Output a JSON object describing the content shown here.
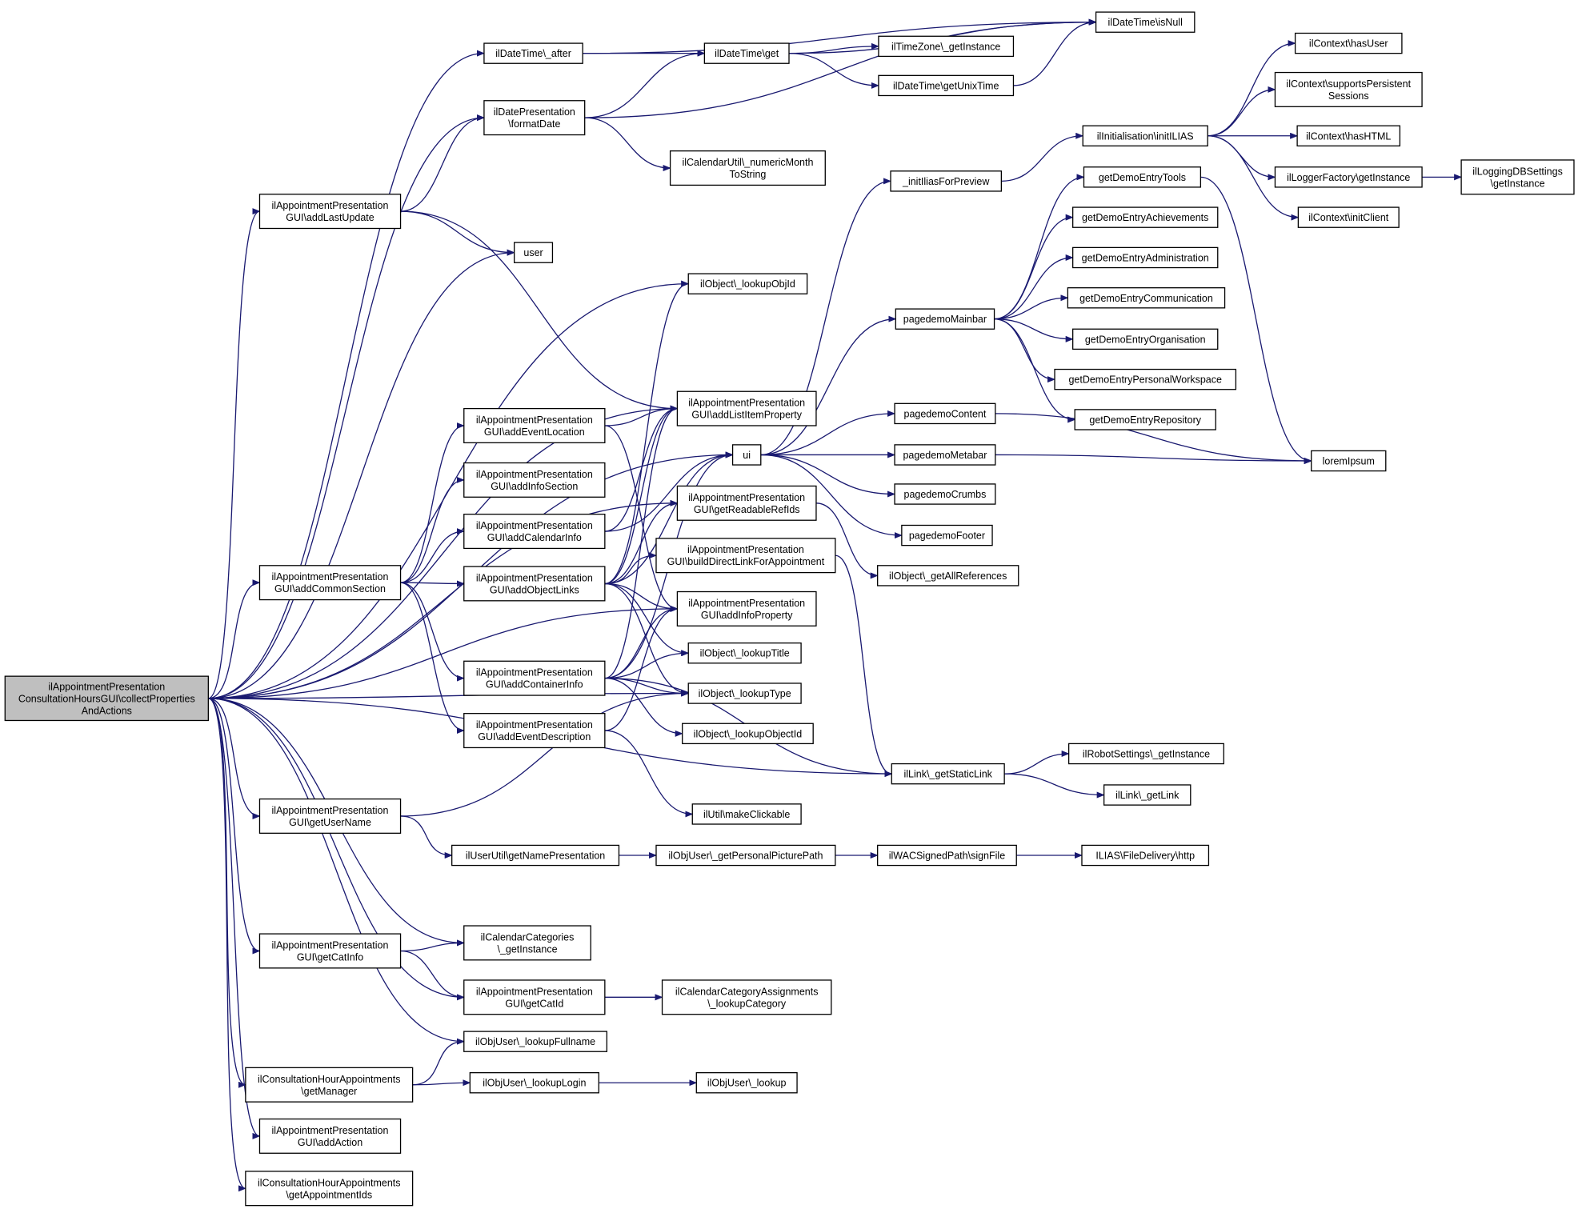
{
  "nodes": [
    {
      "id": "root",
      "lines": [
        "ilAppointmentPresentation",
        "ConsultationHoursGUI\\collectProperties",
        "AndActions"
      ]
    },
    {
      "id": "dt_after",
      "lines": [
        "ilDateTime\\_after"
      ]
    },
    {
      "id": "dt_get",
      "lines": [
        "ilDateTime\\get"
      ]
    },
    {
      "id": "dt_isnull",
      "lines": [
        "ilDateTime\\isNull"
      ]
    },
    {
      "id": "tz_getinst",
      "lines": [
        "ilTimeZone\\_getInstance"
      ]
    },
    {
      "id": "dt_unix",
      "lines": [
        "ilDateTime\\getUnixTime"
      ]
    },
    {
      "id": "dp_format",
      "lines": [
        "ilDatePresentation",
        "\\formatDate"
      ]
    },
    {
      "id": "cu_month",
      "lines": [
        "ilCalendarUtil\\_numericMonth",
        "ToString"
      ]
    },
    {
      "id": "ap_lastupdate",
      "lines": [
        "ilAppointmentPresentation",
        "GUI\\addLastUpdate"
      ]
    },
    {
      "id": "user",
      "lines": [
        "user"
      ]
    },
    {
      "id": "obj_lookupobjid",
      "lines": [
        "ilObject\\_lookupObjId"
      ]
    },
    {
      "id": "ap_listitem",
      "lines": [
        "ilAppointmentPresentation",
        "GUI\\addListItemProperty"
      ]
    },
    {
      "id": "ui",
      "lines": [
        "ui"
      ]
    },
    {
      "id": "ap_eventloc",
      "lines": [
        "ilAppointmentPresentation",
        "GUI\\addEventLocation"
      ]
    },
    {
      "id": "ap_infosection",
      "lines": [
        "ilAppointmentPresentation",
        "GUI\\addInfoSection"
      ]
    },
    {
      "id": "ap_readable",
      "lines": [
        "ilAppointmentPresentation",
        "GUI\\getReadableRefIds"
      ]
    },
    {
      "id": "ap_calinfo",
      "lines": [
        "ilAppointmentPresentation",
        "GUI\\addCalendarInfo"
      ]
    },
    {
      "id": "ap_directlink",
      "lines": [
        "ilAppointmentPresentation",
        "GUI\\buildDirectLinkForAppointment"
      ]
    },
    {
      "id": "ap_common",
      "lines": [
        "ilAppointmentPresentation",
        "GUI\\addCommonSection"
      ]
    },
    {
      "id": "ap_objlinks",
      "lines": [
        "ilAppointmentPresentation",
        "GUI\\addObjectLinks"
      ]
    },
    {
      "id": "ap_infoprop",
      "lines": [
        "ilAppointmentPresentation",
        "GUI\\addInfoProperty"
      ]
    },
    {
      "id": "ap_container",
      "lines": [
        "ilAppointmentPresentation",
        "GUI\\addContainerInfo"
      ]
    },
    {
      "id": "obj_title",
      "lines": [
        "ilObject\\_lookupTitle"
      ]
    },
    {
      "id": "obj_type",
      "lines": [
        "ilObject\\_lookupType"
      ]
    },
    {
      "id": "ap_eventdesc",
      "lines": [
        "ilAppointmentPresentation",
        "GUI\\addEventDescription"
      ]
    },
    {
      "id": "obj_objectid",
      "lines": [
        "ilObject\\_lookupObjectId"
      ]
    },
    {
      "id": "util_click",
      "lines": [
        "ilUtil\\makeClickable"
      ]
    },
    {
      "id": "ap_username",
      "lines": [
        "ilAppointmentPresentation",
        "GUI\\getUserName"
      ]
    },
    {
      "id": "uu_namepres",
      "lines": [
        "ilUserUtil\\getNamePresentation"
      ]
    },
    {
      "id": "ou_picpath",
      "lines": [
        "ilObjUser\\_getPersonalPicturePath"
      ]
    },
    {
      "id": "wac_sign",
      "lines": [
        "ilWACSignedPath\\signFile"
      ]
    },
    {
      "id": "fd_http",
      "lines": [
        "ILIAS\\FileDelivery\\http"
      ]
    },
    {
      "id": "cc_getinst",
      "lines": [
        "ilCalendarCategories",
        "\\_getInstance"
      ]
    },
    {
      "id": "ap_catinfo",
      "lines": [
        "ilAppointmentPresentation",
        "GUI\\getCatInfo"
      ]
    },
    {
      "id": "ap_catid",
      "lines": [
        "ilAppointmentPresentation",
        "GUI\\getCatId"
      ]
    },
    {
      "id": "cca_lookup",
      "lines": [
        "ilCalendarCategoryAssignments",
        "\\_lookupCategory"
      ]
    },
    {
      "id": "ou_fullname",
      "lines": [
        "ilObjUser\\_lookupFullname"
      ]
    },
    {
      "id": "cha_manager",
      "lines": [
        "ilConsultationHourAppointments",
        "\\getManager"
      ]
    },
    {
      "id": "ou_login",
      "lines": [
        "ilObjUser\\_lookupLogin"
      ]
    },
    {
      "id": "ou_lookup",
      "lines": [
        "ilObjUser\\_lookup"
      ]
    },
    {
      "id": "ap_addaction",
      "lines": [
        "ilAppointmentPresentation",
        "GUI\\addAction"
      ]
    },
    {
      "id": "cha_ids",
      "lines": [
        "ilConsultationHourAppointments",
        "\\getAppointmentIds"
      ]
    },
    {
      "id": "obj_allrefs",
      "lines": [
        "ilObject\\_getAllReferences"
      ]
    },
    {
      "id": "link_static",
      "lines": [
        "ilLink\\_getStaticLink"
      ]
    },
    {
      "id": "robot_inst",
      "lines": [
        "ilRobotSettings\\_getInstance"
      ]
    },
    {
      "id": "link_get",
      "lines": [
        "ilLink\\_getLink"
      ]
    },
    {
      "id": "init_preview",
      "lines": [
        "_initIliasForPreview"
      ]
    },
    {
      "id": "init_ilias",
      "lines": [
        "ilInitialisation\\initILIAS"
      ]
    },
    {
      "id": "pd_mainbar",
      "lines": [
        "pagedemoMainbar"
      ]
    },
    {
      "id": "pd_content",
      "lines": [
        "pagedemoContent"
      ]
    },
    {
      "id": "pd_metabar",
      "lines": [
        "pagedemoMetabar"
      ]
    },
    {
      "id": "pd_crumbs",
      "lines": [
        "pagedemoCrumbs"
      ]
    },
    {
      "id": "pd_footer",
      "lines": [
        "pagedemoFooter"
      ]
    },
    {
      "id": "ctx_hasuser",
      "lines": [
        "ilContext\\hasUser"
      ]
    },
    {
      "id": "ctx_persist",
      "lines": [
        "ilContext\\supportsPersistent",
        "Sessions"
      ]
    },
    {
      "id": "ctx_hashtml",
      "lines": [
        "ilContext\\hasHTML"
      ]
    },
    {
      "id": "lf_inst",
      "lines": [
        "ilLoggerFactory\\getInstance"
      ]
    },
    {
      "id": "ctx_initclient",
      "lines": [
        "ilContext\\initClient"
      ]
    },
    {
      "id": "ldb_inst",
      "lines": [
        "ilLoggingDBSettings",
        "\\getInstance"
      ]
    },
    {
      "id": "gd_tools",
      "lines": [
        "getDemoEntryTools"
      ]
    },
    {
      "id": "gd_achieve",
      "lines": [
        "getDemoEntryAchievements"
      ]
    },
    {
      "id": "gd_admin",
      "lines": [
        "getDemoEntryAdministration"
      ]
    },
    {
      "id": "gd_comm",
      "lines": [
        "getDemoEntryCommunication"
      ]
    },
    {
      "id": "gd_org",
      "lines": [
        "getDemoEntryOrganisation"
      ]
    },
    {
      "id": "gd_personal",
      "lines": [
        "getDemoEntryPersonalWorkspace"
      ]
    },
    {
      "id": "gd_repo",
      "lines": [
        "getDemoEntryRepository"
      ]
    },
    {
      "id": "lorem",
      "lines": [
        "loremIpsum"
      ]
    }
  ],
  "edges": [
    [
      "root",
      "dt_after"
    ],
    [
      "root",
      "dp_format"
    ],
    [
      "root",
      "ap_lastupdate"
    ],
    [
      "root",
      "user"
    ],
    [
      "root",
      "ap_listitem"
    ],
    [
      "root",
      "ui"
    ],
    [
      "root",
      "ap_readable"
    ],
    [
      "root",
      "ap_common"
    ],
    [
      "root",
      "ap_infoprop"
    ],
    [
      "root",
      "obj_type"
    ],
    [
      "root",
      "ap_username"
    ],
    [
      "root",
      "link_static"
    ],
    [
      "root",
      "cc_getinst"
    ],
    [
      "root",
      "ap_catinfo"
    ],
    [
      "root",
      "ap_catid"
    ],
    [
      "root",
      "ou_fullname"
    ],
    [
      "root",
      "cha_manager"
    ],
    [
      "root",
      "ap_addaction"
    ],
    [
      "root",
      "cha_ids"
    ],
    [
      "root",
      "obj_lookupobjid"
    ],
    [
      "dt_after",
      "dt_get"
    ],
    [
      "dt_after",
      "dt_isnull"
    ],
    [
      "dt_get",
      "dt_isnull"
    ],
    [
      "dt_get",
      "tz_getinst"
    ],
    [
      "dt_get",
      "dt_unix"
    ],
    [
      "dt_unix",
      "dt_isnull"
    ],
    [
      "dp_format",
      "dt_get"
    ],
    [
      "dp_format",
      "dt_isnull"
    ],
    [
      "dp_format",
      "cu_month"
    ],
    [
      "ap_lastupdate",
      "dp_format"
    ],
    [
      "ap_lastupdate",
      "user"
    ],
    [
      "ap_lastupdate",
      "ap_listitem"
    ],
    [
      "ap_common",
      "ap_eventloc"
    ],
    [
      "ap_common",
      "ap_infosection"
    ],
    [
      "ap_common",
      "ap_calinfo"
    ],
    [
      "ap_common",
      "ap_objlinks"
    ],
    [
      "ap_common",
      "ap_container"
    ],
    [
      "ap_common",
      "ap_eventdesc"
    ],
    [
      "ap_eventloc",
      "ap_listitem"
    ],
    [
      "ap_eventloc",
      "ap_infoprop"
    ],
    [
      "ap_calinfo",
      "ap_listitem"
    ],
    [
      "ap_calinfo",
      "ui"
    ],
    [
      "ap_objlinks",
      "ap_listitem"
    ],
    [
      "ap_objlinks",
      "ui"
    ],
    [
      "ap_objlinks",
      "ap_readable"
    ],
    [
      "ap_objlinks",
      "ap_directlink"
    ],
    [
      "ap_objlinks",
      "ap_infoprop"
    ],
    [
      "ap_objlinks",
      "obj_title"
    ],
    [
      "ap_objlinks",
      "obj_type"
    ],
    [
      "ap_objlinks",
      "obj_lookupobjid"
    ],
    [
      "ap_container",
      "ap_listitem"
    ],
    [
      "ap_container",
      "ui"
    ],
    [
      "ap_container",
      "ap_infoprop"
    ],
    [
      "ap_container",
      "obj_title"
    ],
    [
      "ap_container",
      "obj_type"
    ],
    [
      "ap_container",
      "obj_objectid"
    ],
    [
      "ap_container",
      "link_static"
    ],
    [
      "ap_eventdesc",
      "ap_infoprop"
    ],
    [
      "ap_eventdesc",
      "util_click"
    ],
    [
      "ap_readable",
      "obj_allrefs"
    ],
    [
      "ap_directlink",
      "link_static"
    ],
    [
      "ap_username",
      "obj_type"
    ],
    [
      "ap_username",
      "uu_namepres"
    ],
    [
      "uu_namepres",
      "ou_picpath"
    ],
    [
      "ou_picpath",
      "wac_sign"
    ],
    [
      "wac_sign",
      "fd_http"
    ],
    [
      "ap_catinfo",
      "cc_getinst"
    ],
    [
      "ap_catinfo",
      "ap_catid"
    ],
    [
      "ap_catid",
      "cca_lookup"
    ],
    [
      "cha_manager",
      "ou_fullname"
    ],
    [
      "cha_manager",
      "ou_login"
    ],
    [
      "ou_login",
      "ou_lookup"
    ],
    [
      "ui",
      "init_preview"
    ],
    [
      "ui",
      "pd_mainbar"
    ],
    [
      "ui",
      "pd_content"
    ],
    [
      "ui",
      "pd_metabar"
    ],
    [
      "ui",
      "pd_crumbs"
    ],
    [
      "ui",
      "pd_footer"
    ],
    [
      "init_preview",
      "init_ilias"
    ],
    [
      "init_ilias",
      "ctx_hasuser"
    ],
    [
      "init_ilias",
      "ctx_persist"
    ],
    [
      "init_ilias",
      "ctx_hashtml"
    ],
    [
      "init_ilias",
      "lf_inst"
    ],
    [
      "init_ilias",
      "ctx_initclient"
    ],
    [
      "lf_inst",
      "ldb_inst"
    ],
    [
      "pd_mainbar",
      "gd_tools"
    ],
    [
      "pd_mainbar",
      "gd_achieve"
    ],
    [
      "pd_mainbar",
      "gd_admin"
    ],
    [
      "pd_mainbar",
      "gd_comm"
    ],
    [
      "pd_mainbar",
      "gd_org"
    ],
    [
      "pd_mainbar",
      "gd_personal"
    ],
    [
      "pd_mainbar",
      "gd_repo"
    ],
    [
      "gd_tools",
      "lorem"
    ],
    [
      "pd_content",
      "lorem"
    ],
    [
      "pd_metabar",
      "lorem"
    ],
    [
      "link_static",
      "robot_inst"
    ],
    [
      "link_static",
      "link_get"
    ]
  ],
  "colors": {
    "edge": "#191970",
    "root_fill": "#bfbfbf",
    "node_fill": "#ffffff",
    "border": "#000000"
  }
}
